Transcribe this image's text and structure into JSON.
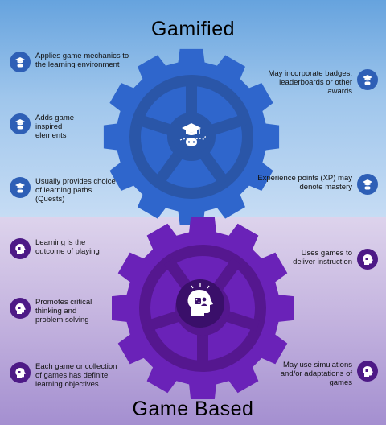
{
  "top": {
    "title": "Gamified",
    "gear_color": "#2f66cc",
    "gear_dark": "#2a56a8",
    "icon": "graduation-gamepad-icon",
    "items_left": [
      {
        "text": "Applies game mechanics to the learning environment"
      },
      {
        "text": "Adds game inspired elements"
      },
      {
        "text": "Usually provides choice of learning paths (Quests)"
      }
    ],
    "items_right": [
      {
        "text": "May incorporate badges, leaderboards or other awards"
      },
      {
        "text": "Experience points (XP) may denote mastery"
      }
    ]
  },
  "bottom": {
    "title": "Game Based",
    "gear_color": "#6a22b8",
    "gear_dark": "#55178f",
    "icon": "head-dice-icon",
    "items_left": [
      {
        "text": "Learning is the outcome of playing"
      },
      {
        "text": "Promotes critical thinking and problem solving"
      },
      {
        "text": "Each game or collection of games has definite learning objectives"
      }
    ],
    "items_right": [
      {
        "text": "Uses games to deliver instruction"
      },
      {
        "text": "May use simulations and/or adaptations of games"
      }
    ]
  }
}
